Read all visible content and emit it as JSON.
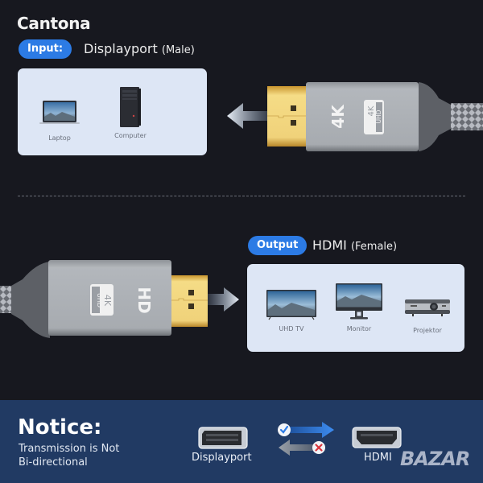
{
  "brand": "Cantona",
  "input": {
    "badge": "Input:",
    "title": "Displayport",
    "subtitle": "(Male)",
    "devices": [
      {
        "name": "laptop-icon",
        "label": "Laptop"
      },
      {
        "name": "computer-icon",
        "label": "Computer"
      }
    ],
    "connector_badges": {
      "big": "4K",
      "small_top": "4K",
      "small_bottom": "UHD"
    }
  },
  "output": {
    "badge": "Output",
    "title": "HDMI",
    "subtitle": "(Female)",
    "devices": [
      {
        "name": "tv-icon",
        "label": "UHD TV"
      },
      {
        "name": "monitor-icon",
        "label": "Monitor"
      },
      {
        "name": "projector-icon",
        "label": "Projektor"
      }
    ],
    "connector_badges": {
      "big": "HD",
      "small_top": "4K",
      "small_bottom": "UHD"
    }
  },
  "notice": {
    "title": "Notice:",
    "line1": "Transmission is Not",
    "line2": "Bi-directional",
    "from_label": "Displayport",
    "to_label": "HDMI"
  },
  "watermark": "BAZAR",
  "colors": {
    "background": "#17181f",
    "accent": "#2c7be5",
    "panel": "#dde6f5",
    "notice_band": "#213a63",
    "gold": "#e9c75a",
    "check": "#2c7be5",
    "cross": "#d9363e"
  }
}
